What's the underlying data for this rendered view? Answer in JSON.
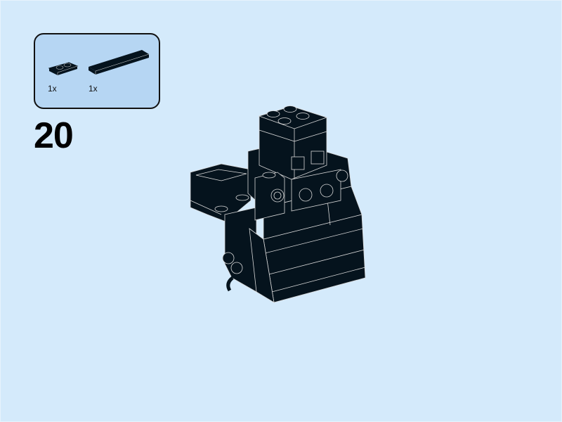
{
  "page": {
    "background_color": "#d4eafb",
    "callout_color": "#b6d6f3"
  },
  "parts_callout": {
    "parts": [
      {
        "name": "plate 1x2",
        "quantity": "1x",
        "color": "#05131d"
      },
      {
        "name": "tile 1x4",
        "quantity": "1x",
        "color": "#05131d"
      }
    ]
  },
  "step": {
    "number": "20"
  },
  "model": {
    "description": "black brick-built figure assembly",
    "color": "#05131d"
  }
}
